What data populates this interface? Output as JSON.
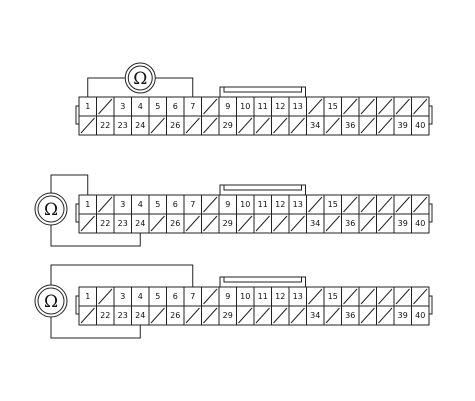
{
  "meter_symbol": "Ω",
  "colors": {
    "line": "#222222",
    "text": "#111111",
    "background": "#ffffff"
  },
  "connector": {
    "top_row": [
      {
        "label": "1",
        "blank": false
      },
      {
        "label": "",
        "blank": true
      },
      {
        "label": "3",
        "blank": false
      },
      {
        "label": "4",
        "blank": false
      },
      {
        "label": "5",
        "blank": false
      },
      {
        "label": "6",
        "blank": false
      },
      {
        "label": "7",
        "blank": false
      },
      {
        "label": "",
        "blank": true
      },
      {
        "label": "9",
        "blank": false
      },
      {
        "label": "10",
        "blank": false
      },
      {
        "label": "11",
        "blank": false
      },
      {
        "label": "12",
        "blank": false
      },
      {
        "label": "13",
        "blank": false
      },
      {
        "label": "",
        "blank": true
      },
      {
        "label": "15",
        "blank": false
      },
      {
        "label": "",
        "blank": true
      },
      {
        "label": "",
        "blank": true
      },
      {
        "label": "",
        "blank": true
      },
      {
        "label": "",
        "blank": true
      },
      {
        "label": "",
        "blank": true
      }
    ],
    "bottom_row": [
      {
        "label": "",
        "blank": true
      },
      {
        "label": "22",
        "blank": false
      },
      {
        "label": "23",
        "blank": false
      },
      {
        "label": "24",
        "blank": false
      },
      {
        "label": "",
        "blank": true
      },
      {
        "label": "26",
        "blank": false
      },
      {
        "label": "",
        "blank": true
      },
      {
        "label": "",
        "blank": true
      },
      {
        "label": "29",
        "blank": false
      },
      {
        "label": "",
        "blank": true
      },
      {
        "label": "",
        "blank": true
      },
      {
        "label": "",
        "blank": true
      },
      {
        "label": "",
        "blank": true
      },
      {
        "label": "34",
        "blank": false
      },
      {
        "label": "",
        "blank": true
      },
      {
        "label": "36",
        "blank": false
      },
      {
        "label": "",
        "blank": true
      },
      {
        "label": "",
        "blank": true
      },
      {
        "label": "39",
        "blank": false
      },
      {
        "label": "40",
        "blank": false
      }
    ]
  },
  "diagrams": [
    {
      "id": "diagram-1",
      "meter_position": "above",
      "probe_a": "1",
      "probe_b": "7"
    },
    {
      "id": "diagram-2",
      "meter_position": "left",
      "probe_a": "1",
      "probe_b": "24"
    },
    {
      "id": "diagram-3",
      "meter_position": "left",
      "probe_a": "7",
      "probe_b": "24"
    }
  ]
}
